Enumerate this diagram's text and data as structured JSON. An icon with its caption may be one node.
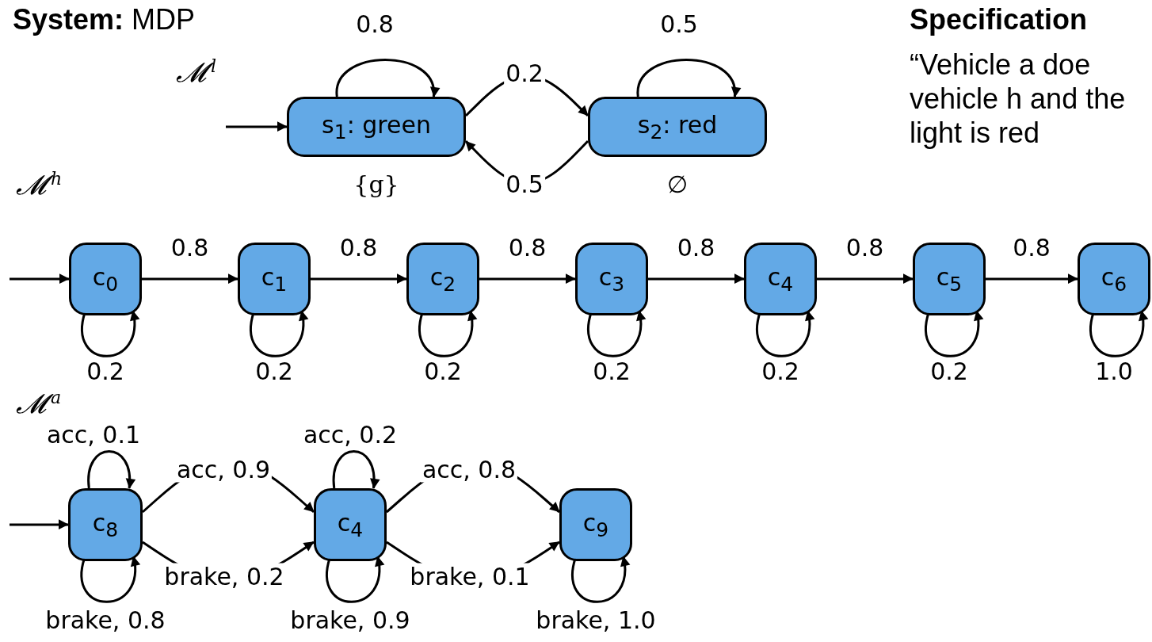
{
  "diagram": {
    "title": "**System:** MDP",
    "nodes": [
      {
        "text": [
          "s$_{1}$: green"
        ],
        "beside": [
          "{g}"
        ]
      },
      {
        "text": [
          "s$_{2}$: red"
        ],
        "beside": [
          "∅"
        ]
      },
      {
        "text": [
          "c$_{0}$"
        ]
      },
      {
        "text": [
          "c$_{1}$"
        ]
      },
      {
        "text": [
          "c$_{2}$"
        ]
      },
      {
        "text": [
          "c$_{3}$"
        ]
      },
      {
        "text": [
          "c$_{4}$"
        ]
      },
      {
        "text": [
          "c$_{5}$"
        ]
      },
      {
        "text": [
          "c$_{6}$"
        ]
      },
      {
        "text": [
          "c$_{8}$"
        ]
      },
      {
        "text": [
          "c$_{4}$"
        ]
      },
      {
        "text": [
          "c$_{9}$"
        ]
      }
    ],
    "edges": [
      {
        "from": null,
        "to": 0,
        "arrow": "to"
      },
      {
        "from": 0,
        "to": 0,
        "arrow": "to",
        "label": "0.8"
      },
      {
        "from": 0,
        "to": 1,
        "arrow": "to",
        "label": "0.2"
      },
      {
        "from": 1,
        "to": 0,
        "arrow": "to",
        "label": "0.5"
      },
      {
        "from": 1,
        "to": 1,
        "arrow": "to",
        "label": "0.5"
      },
      {
        "from": null,
        "to": 2,
        "arrow": "to"
      },
      {
        "from": 2,
        "to": 3,
        "arrow": "to",
        "label": "0.8"
      },
      {
        "from": 3,
        "to": 4,
        "arrow": "to",
        "label": "0.8"
      },
      {
        "from": 4,
        "to": 5,
        "arrow": "to",
        "label": "0.8"
      },
      {
        "from": 5,
        "to": 6,
        "arrow": "to",
        "label": "0.8"
      },
      {
        "from": 6,
        "to": 7,
        "arrow": "to",
        "label": "0.8"
      },
      {
        "from": 7,
        "to": 8,
        "arrow": "to",
        "label": "0.8"
      },
      {
        "from": 2,
        "to": 2,
        "arrow": "to",
        "label": "0.2"
      },
      {
        "from": 3,
        "to": 3,
        "arrow": "to",
        "label": "0.2"
      },
      {
        "from": 4,
        "to": 4,
        "arrow": "to",
        "label": "0.2"
      },
      {
        "from": 5,
        "to": 5,
        "arrow": "to",
        "label": "0.2"
      },
      {
        "from": 6,
        "to": 6,
        "arrow": "to",
        "label": "0.2"
      },
      {
        "from": 7,
        "to": 7,
        "arrow": "to",
        "label": "0.2"
      },
      {
        "from": 8,
        "to": 8,
        "arrow": "to",
        "label": "1.0"
      },
      {
        "from": null,
        "to": 9,
        "arrow": "to"
      },
      {
        "from": 9,
        "to": 9,
        "arrow": "to",
        "label": "acc, 0.1"
      },
      {
        "from": 9,
        "to": 9,
        "arrow": "to",
        "label": "brake, 0.8"
      },
      {
        "from": 9,
        "to": 10,
        "arrow": "to",
        "label": "acc, 0.9"
      },
      {
        "from": 9,
        "to": 10,
        "arrow": "to",
        "label": "brake, 0.2"
      },
      {
        "from": 10,
        "to": 10,
        "arrow": "to",
        "label": "acc, 0.2"
      },
      {
        "from": 10,
        "to": 10,
        "arrow": "to",
        "label": "brake, 0.9"
      },
      {
        "from": 10,
        "to": 11,
        "arrow": "to",
        "label": "acc, 0.8"
      },
      {
        "from": 10,
        "to": 11,
        "arrow": "to",
        "label": "brake, 0.1"
      },
      {
        "from": 11,
        "to": 11,
        "arrow": "to",
        "label": "brake, 1.0"
      }
    ],
    "labels": [
      "𝓜$^{l}$",
      "𝓜$^{h}$",
      "𝓜$^{a}$",
      "Specification",
      "“Vehicle a doe vehicle h and the light is red"
    ]
  }
}
